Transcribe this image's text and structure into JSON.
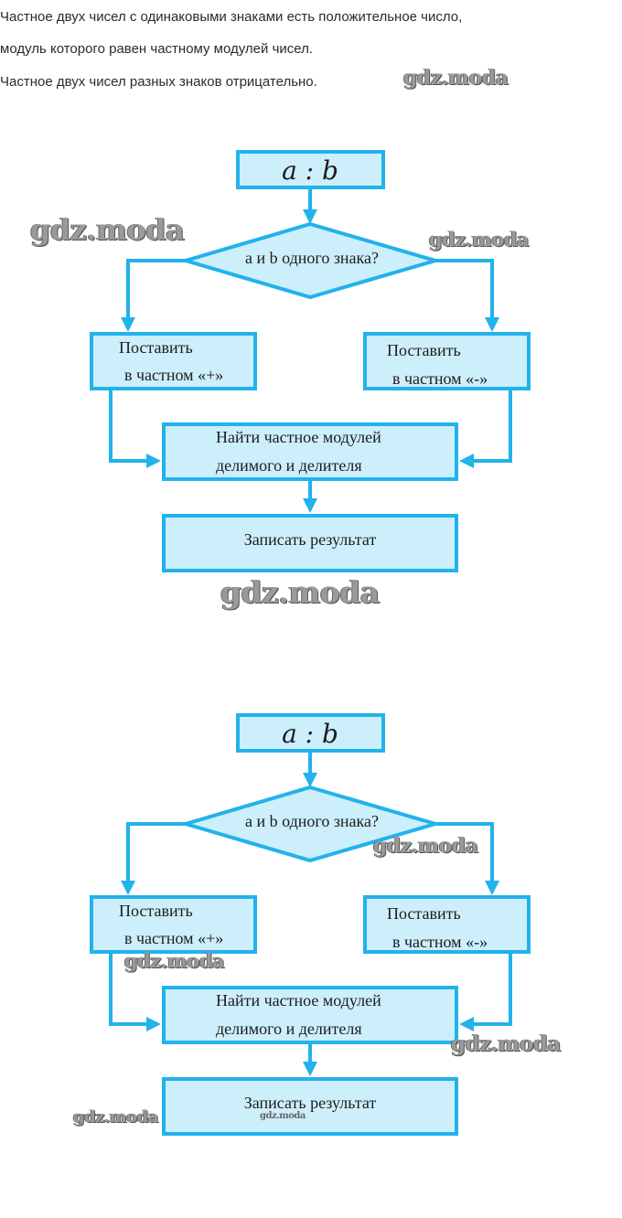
{
  "intro": {
    "line1": "Частное двух чисел с одинаковыми знаками есть положительное число,",
    "line2": "модуль которого равен частному модулей чисел.",
    "line3": "Частное двух чисел разных знаков отрицательно."
  },
  "watermark": "gdz.moda",
  "colors": {
    "stroke": "#22b2ec",
    "fill": "#cdeefb",
    "text": "#1c1c1c"
  },
  "flowcharts": [
    {
      "start": "a : b",
      "decision": "a и b одного знака?",
      "yes_line1": "Поставить",
      "yes_line2": "в частном «+»",
      "no_line1": "Поставить",
      "no_line2": "в частном «-»",
      "compute_line1": "Найти частное модулей",
      "compute_line2": "делимого и делителя",
      "result": "Записать результат"
    },
    {
      "start": "a : b",
      "decision": "a и b одного знака?",
      "yes_line1": "Поставить",
      "yes_line2": "в частном «+»",
      "no_line1": "Поставить",
      "no_line2": "в частном «-»",
      "compute_line1": "Найти частное модулей",
      "compute_line2": "делимого и делителя",
      "result": "Записать результат"
    }
  ]
}
